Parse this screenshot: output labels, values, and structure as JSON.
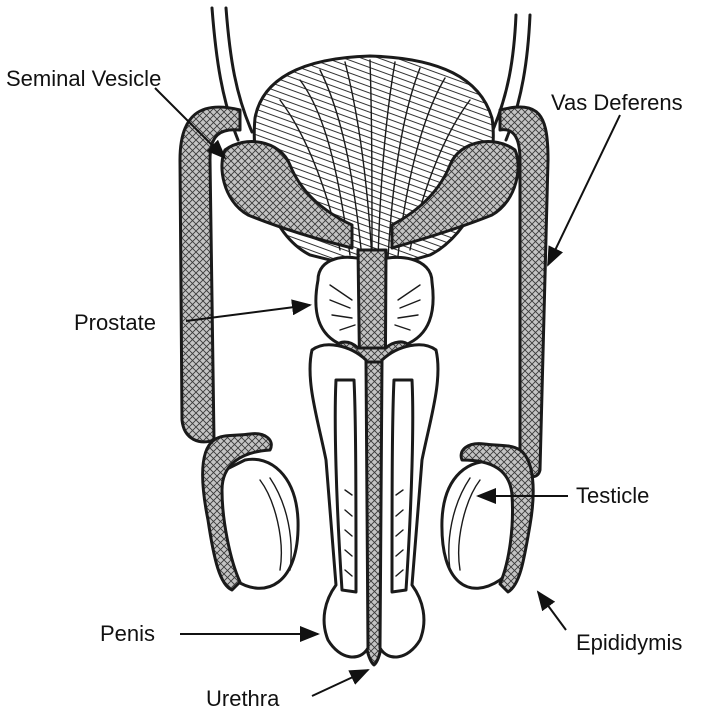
{
  "labels": {
    "seminal_vesicle": "Seminal Vesicle",
    "vas_deferens": "Vas Deferens",
    "prostate": "Prostate",
    "testicle": "Testicle",
    "penis": "Penis",
    "epididymis": "Epididymis",
    "urethra": "Urethra"
  },
  "colors": {
    "ink": "#1a1a1a",
    "hatch_fill": "#bdbdbd",
    "background": "#ffffff"
  }
}
